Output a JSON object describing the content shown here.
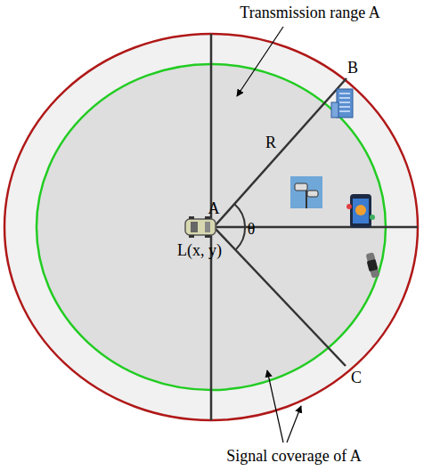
{
  "diagram": {
    "labels": [
      "Transmission range A",
      "B",
      "R",
      "A",
      "θ",
      "L(x, y)",
      "C",
      "Signal coverage of A"
    ]
  }
}
